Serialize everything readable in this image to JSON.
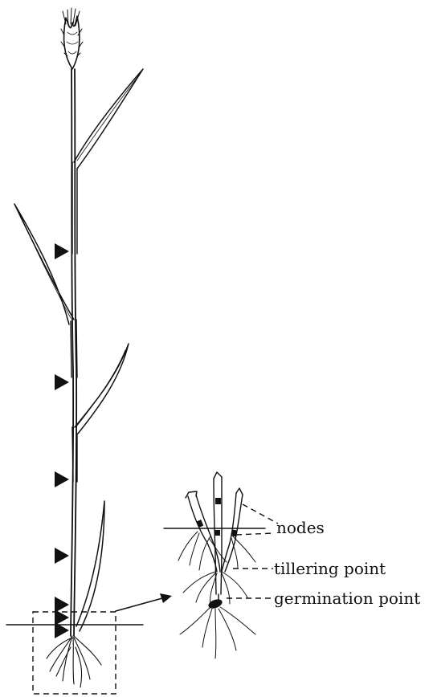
{
  "labels": {
    "nodes": "nodes",
    "tillering": "tillering point",
    "germination": "germination point"
  },
  "marker_count": 7,
  "icons": {
    "node_marker": "triangle-right-icon",
    "callout_arrow": "arrow-right-icon"
  },
  "colors": {
    "ink": "#111111",
    "background": "#ffffff"
  }
}
